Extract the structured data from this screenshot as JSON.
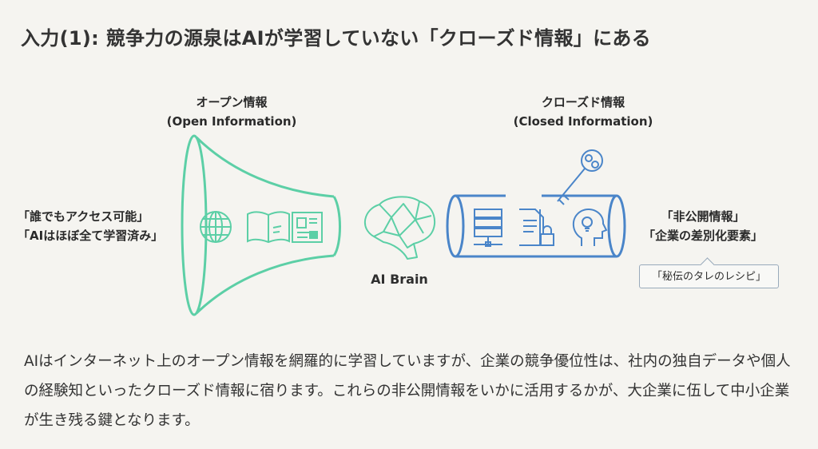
{
  "title": "入力(1): 競争力の源泉はAIが学習していない「クローズド情報」にある",
  "open": {
    "heading_ja": "オープン情報",
    "heading_en": "(Open Information)",
    "side_lines": [
      "「誰でもアクセス可能」",
      "「AIはほぼ全て学習済み」"
    ],
    "icons": [
      "globe-icon",
      "book-icon",
      "newspaper-icon"
    ]
  },
  "brain": {
    "label": "AI Brain"
  },
  "closed": {
    "heading_ja": "クローズド情報",
    "heading_en": "(Closed Information)",
    "side_lines": [
      "「非公開情報」",
      "「企業の差別化要素」"
    ],
    "callout": "「秘伝のタレのレシピ」",
    "icons": [
      "server-icon",
      "locked-document-icon",
      "head-lightbulb-icon",
      "key-icon"
    ]
  },
  "paragraph": "AIはインターネット上のオープン情報を網羅的に学習していますが、企業の競争優位性は、社内の独自データや個人の経験知といったクローズド情報に宿ります。これらの非公開情報をいかに活用するかが、大企業に伍して中小企業が生き残る鍵となります。",
  "colors": {
    "open": "#5ccfa6",
    "closed": "#4a85c9",
    "background": "#f5f4f0"
  }
}
